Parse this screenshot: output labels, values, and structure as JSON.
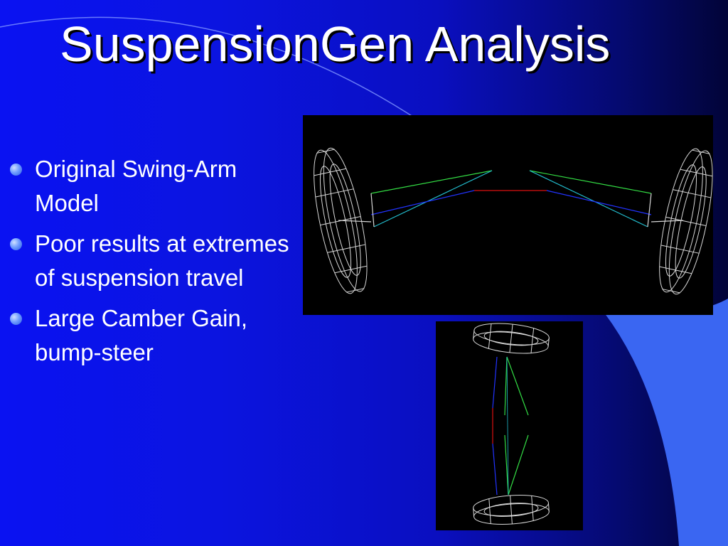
{
  "slide": {
    "title": "SuspensionGen Analysis",
    "bullets": [
      {
        "text": "Original Swing-Arm Model"
      },
      {
        "text": "Poor results at extremes of suspension travel"
      },
      {
        "text": "Large Camber Gain, bump-steer"
      }
    ]
  },
  "colors": {
    "background": "#0a12f2",
    "accent_shape": "#3a66f2",
    "title": "#ffffff",
    "bullet_dot": "#6f9cff",
    "wireframe": "#d8d8d8",
    "upper_arm": "#33dd44",
    "lower_arm": "#22bbcc",
    "tie_rod": "#2233ff",
    "chassis": "#dd1111"
  },
  "images": [
    {
      "name": "front-view",
      "content": "wireframe suspension model, front view"
    },
    {
      "name": "top-view",
      "content": "wireframe suspension model, top view"
    }
  ]
}
